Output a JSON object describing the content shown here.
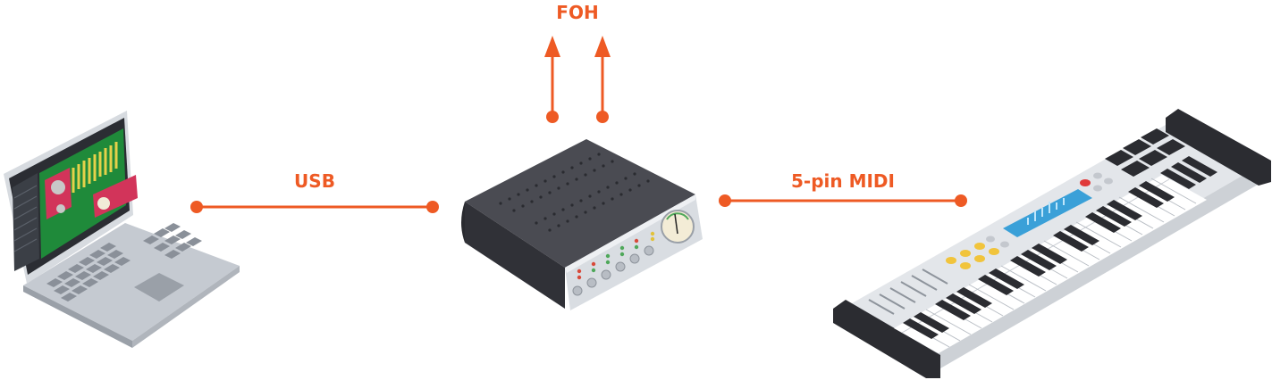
{
  "labels": {
    "usb": "USB",
    "foh": "FOH",
    "midi": "5-pin MIDI"
  },
  "colors": {
    "accent": "#ee5a24",
    "device_body": "#3d3e44",
    "device_face": "#d9dde2",
    "laptop_shell": "#d7dbe0",
    "keyboard_body": "#e3e6ea"
  },
  "icons": [
    "laptop-icon",
    "audio-interface-icon",
    "midi-keyboard-icon",
    "arrow-up-icon"
  ]
}
